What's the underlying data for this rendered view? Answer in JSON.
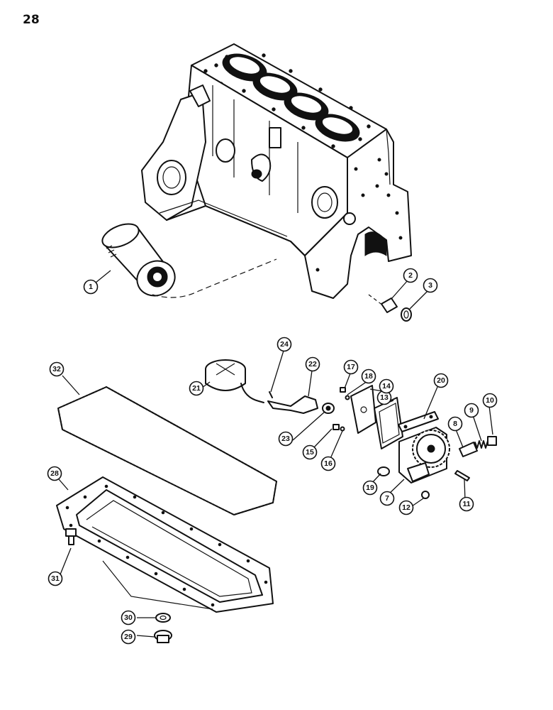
{
  "page": {
    "number": "28"
  },
  "callouts": [
    {
      "id": "c1",
      "label": "1"
    },
    {
      "id": "c2",
      "label": "2"
    },
    {
      "id": "c3",
      "label": "3"
    },
    {
      "id": "c7",
      "label": "7"
    },
    {
      "id": "c8",
      "label": "8"
    },
    {
      "id": "c9",
      "label": "9"
    },
    {
      "id": "c10",
      "label": "10"
    },
    {
      "id": "c11",
      "label": "11"
    },
    {
      "id": "c12",
      "label": "12"
    },
    {
      "id": "c13",
      "label": "13"
    },
    {
      "id": "c14",
      "label": "14"
    },
    {
      "id": "c15",
      "label": "15"
    },
    {
      "id": "c16",
      "label": "16"
    },
    {
      "id": "c17",
      "label": "17"
    },
    {
      "id": "c18",
      "label": "18"
    },
    {
      "id": "c19",
      "label": "19"
    },
    {
      "id": "c20",
      "label": "20"
    },
    {
      "id": "c21",
      "label": "21"
    },
    {
      "id": "c22",
      "label": "22"
    },
    {
      "id": "c23",
      "label": "23"
    },
    {
      "id": "c24",
      "label": "24"
    },
    {
      "id": "c28",
      "label": "28"
    },
    {
      "id": "c29",
      "label": "29"
    },
    {
      "id": "c30",
      "label": "30"
    },
    {
      "id": "c31",
      "label": "31"
    },
    {
      "id": "c32",
      "label": "32"
    }
  ]
}
